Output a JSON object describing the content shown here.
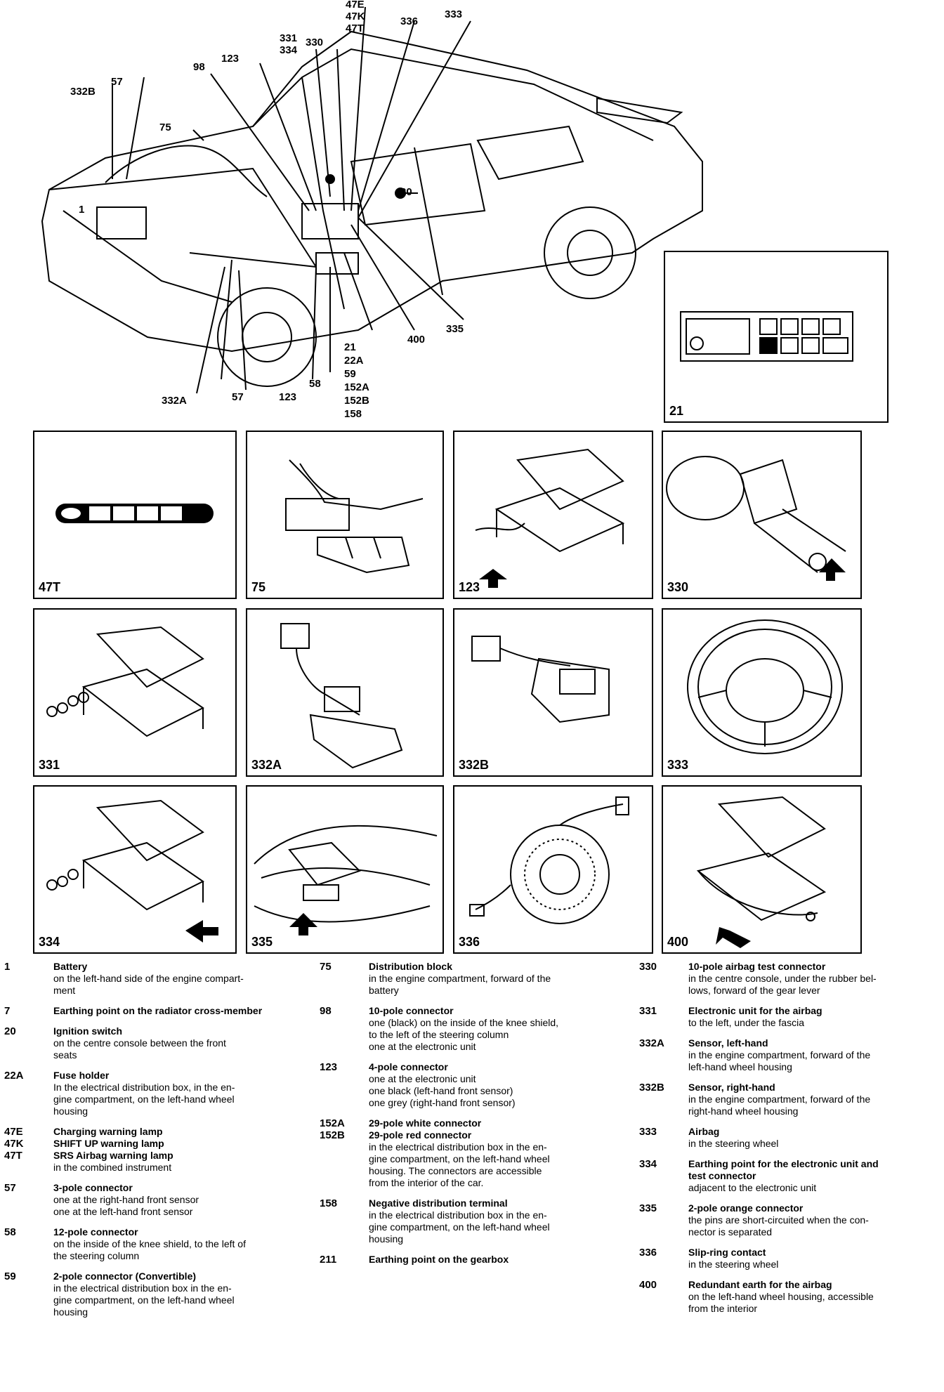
{
  "callouts": {
    "c47e_group": "47E\n47K\n47T",
    "c336": "336",
    "c333": "333",
    "c331_334": "331\n334",
    "c330": "330",
    "c123_top": "123",
    "c98": "98",
    "c332b": "332B",
    "c57_top": "57",
    "c75": "75",
    "c1": "1",
    "c20": "20",
    "c332a": "332A",
    "c57_bottom": "57",
    "c123_bottom": "123",
    "c58": "58",
    "c21_group": "21\n22A\n59\n152A\n152B\n158",
    "c400": "400",
    "c335": "335"
  },
  "panels": [
    {
      "id": "21",
      "label": "21"
    },
    {
      "id": "47T",
      "label": "47T"
    },
    {
      "id": "75",
      "label": "75"
    },
    {
      "id": "123",
      "label": "123"
    },
    {
      "id": "330",
      "label": "330"
    },
    {
      "id": "331",
      "label": "331"
    },
    {
      "id": "332A",
      "label": "332A"
    },
    {
      "id": "332B",
      "label": "332B"
    },
    {
      "id": "333",
      "label": "333"
    },
    {
      "id": "334",
      "label": "334"
    },
    {
      "id": "335",
      "label": "335"
    },
    {
      "id": "336",
      "label": "336"
    },
    {
      "id": "400",
      "label": "400"
    }
  ],
  "legend": {
    "col1": [
      {
        "num": "1",
        "title": "Battery",
        "desc": "on the left-hand side of the engine compart-\nment"
      },
      {
        "num": "7",
        "title": "Earthing point on the radiator cross-member",
        "desc": ""
      },
      {
        "num": "20",
        "title": "Ignition switch",
        "desc": "on the centre console between the front\nseats"
      },
      {
        "num": "22A",
        "title": "Fuse holder",
        "desc": "In the electrical distribution box, in the en-\ngine compartment, on the left-hand wheel\nhousing"
      },
      {
        "num": "47E\n47K\n47T",
        "title": "Charging warning lamp\nSHIFT UP warning lamp\nSRS Airbag warning lamp",
        "desc": "in the combined instrument"
      },
      {
        "num": "57",
        "title": "3-pole connector",
        "desc": "one at the right-hand front sensor\none at the left-hand front sensor"
      },
      {
        "num": "58",
        "title": "12-pole connector",
        "desc": "on the inside of the knee shield, to the left of\nthe steering column"
      },
      {
        "num": "59",
        "title": "2-pole connector (Convertible)",
        "desc": "in the electrical distribution box in the en-\ngine compartment, on the left-hand wheel\nhousing"
      }
    ],
    "col2": [
      {
        "num": "75",
        "title": "Distribution block",
        "desc": "in the engine compartment, forward of the\nbattery"
      },
      {
        "num": "98",
        "title": "10-pole connector",
        "desc": "one (black) on the inside of the knee shield,\nto the left of the steering column\none at the electronic unit"
      },
      {
        "num": "123",
        "title": "4-pole connector",
        "desc": "one at the electronic unit\none black (left-hand front sensor)\none grey (right-hand front sensor)"
      },
      {
        "num": "152A\n152B",
        "title": "29-pole white connector\n29-pole red connector",
        "desc": "in the electrical distribution box in the en-\ngine compartment, on the left-hand wheel\nhousing. The connectors are accessible\nfrom the interior of the car."
      },
      {
        "num": "158",
        "title": "Negative distribution terminal",
        "desc": "in the electrical distribution box in the en-\ngine compartment, on the left-hand wheel\nhousing"
      },
      {
        "num": "211",
        "title": "Earthing point on the gearbox",
        "desc": ""
      }
    ],
    "col3": [
      {
        "num": "330",
        "title": "10-pole airbag test connector",
        "desc": "in the centre console, under the rubber bel-\nlows, forward of the gear lever"
      },
      {
        "num": "331",
        "title": "Electronic unit for the airbag",
        "desc": "to the left, under the fascia"
      },
      {
        "num": "332A",
        "title": "Sensor, left-hand",
        "desc": "in the engine compartment, forward of the\nleft-hand wheel housing"
      },
      {
        "num": "332B",
        "title": "Sensor, right-hand",
        "desc": "in the engine compartment, forward of the\nright-hand wheel housing"
      },
      {
        "num": "333",
        "title": "Airbag",
        "desc": "in the steering wheel"
      },
      {
        "num": "334",
        "title": "Earthing point for the electronic unit and\ntest connector",
        "desc": "adjacent to the electronic unit"
      },
      {
        "num": "335",
        "title": "2-pole orange connector",
        "desc": "the pins are short-circuited when the con-\nnector is separated"
      },
      {
        "num": "336",
        "title": "Slip-ring contact",
        "desc": "in the steering wheel"
      },
      {
        "num": "400",
        "title": "Redundant earth for the airbag",
        "desc": "on the left-hand wheel housing, accessible\nfrom the interior"
      }
    ]
  }
}
